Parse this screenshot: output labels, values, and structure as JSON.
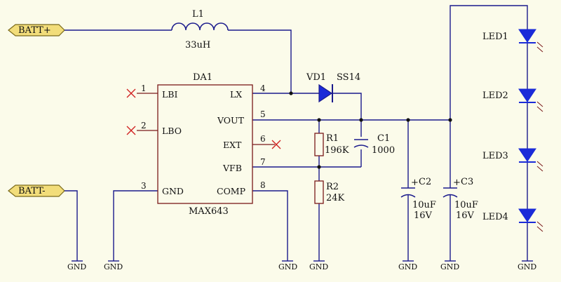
{
  "ports": {
    "batt_plus": "BATT+",
    "batt_minus": "BATT-"
  },
  "inductor": {
    "ref": "L1",
    "value": "33uH"
  },
  "ic": {
    "ref": "DA1",
    "part": "MAX643",
    "pins": [
      {
        "num": "1",
        "name": "LBI"
      },
      {
        "num": "2",
        "name": "LBO"
      },
      {
        "num": "3",
        "name": "GND"
      },
      {
        "num": "4",
        "name": "LX"
      },
      {
        "num": "5",
        "name": "VOUT"
      },
      {
        "num": "6",
        "name": "EXT"
      },
      {
        "num": "7",
        "name": "VFB"
      },
      {
        "num": "8",
        "name": "COMP"
      }
    ]
  },
  "diode": {
    "ref": "VD1",
    "part": "SS14"
  },
  "r1": {
    "ref": "R1",
    "value": "196K"
  },
  "r2": {
    "ref": "R2",
    "value": "24K"
  },
  "c1": {
    "ref": "C1",
    "value": "1000"
  },
  "c2": {
    "ref": "C2",
    "value1": "10uF",
    "value2": "16V"
  },
  "c3": {
    "ref": "C3",
    "value1": "10uF",
    "value2": "16V"
  },
  "leds": [
    "LED1",
    "LED2",
    "LED3",
    "LED4"
  ],
  "gnd_label": "GND",
  "plus_sign": "+",
  "colors": {
    "wire": "#1a1a8c",
    "body": "#7a1a1a",
    "port_fill": "#f2dd7a",
    "led": "#1b2bd8",
    "noconnect": "#d02020",
    "background": "#fbfbea"
  }
}
